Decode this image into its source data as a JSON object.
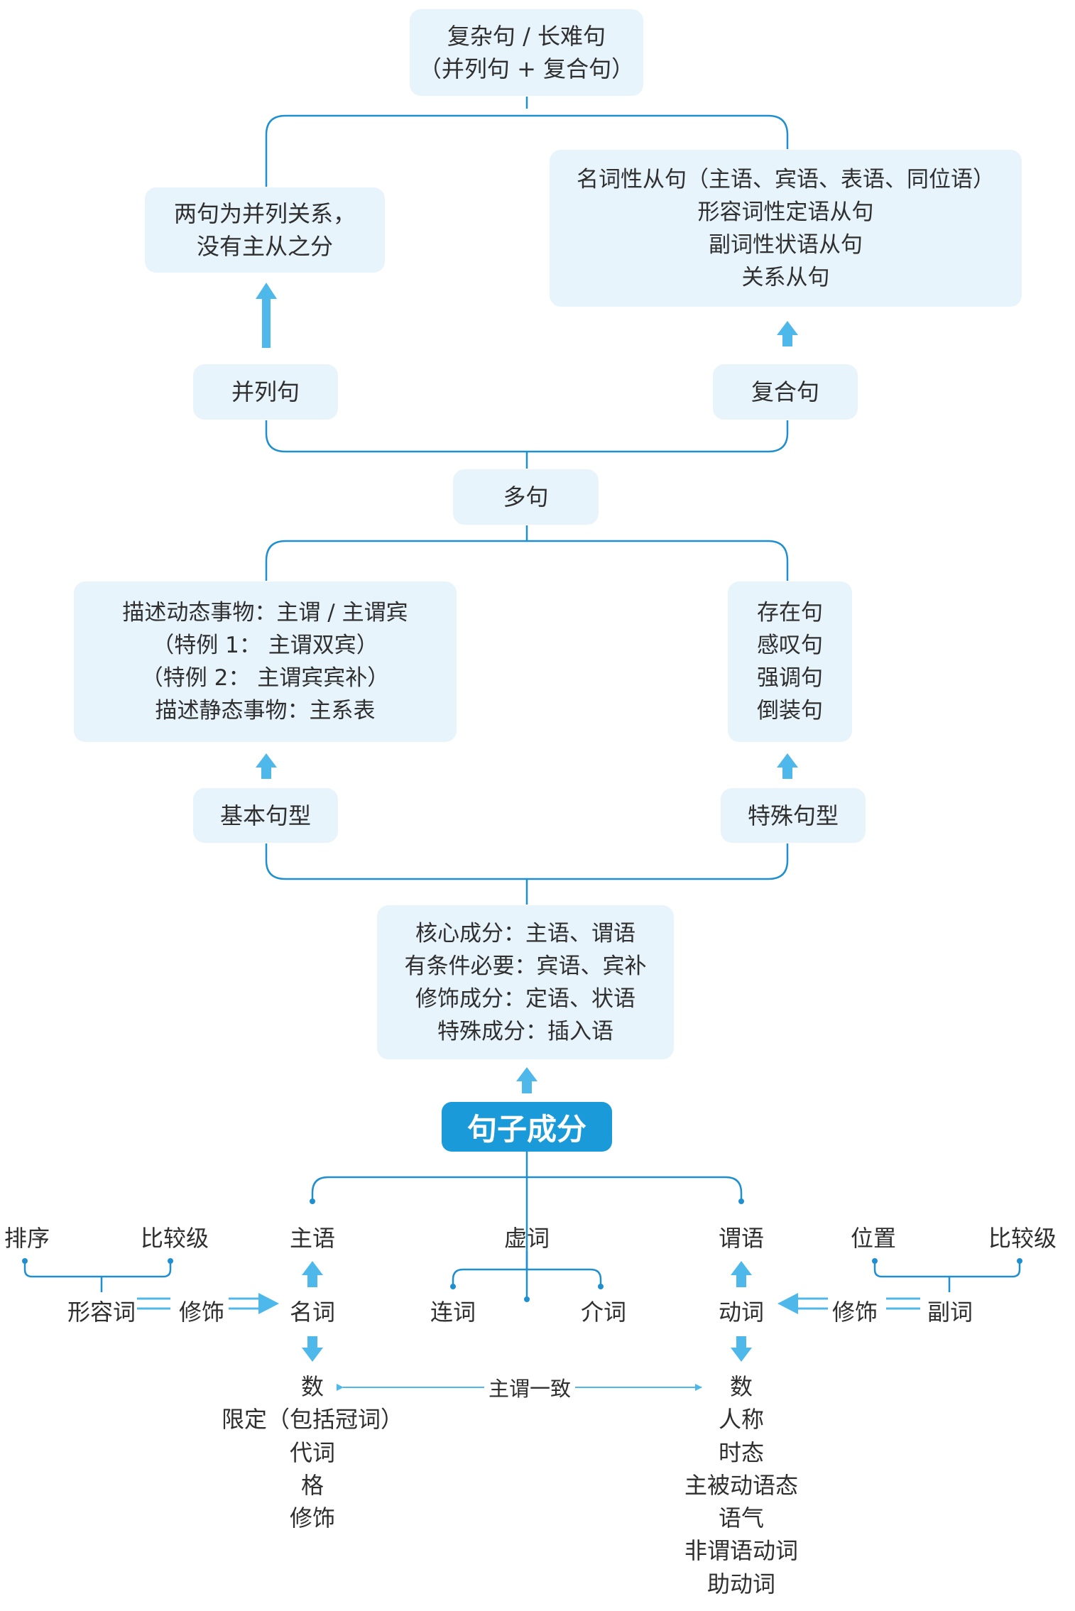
{
  "top": {
    "line1": "复杂句 / 长难句",
    "line2": "（并列句 + 复合句）"
  },
  "coord_desc": {
    "line1": "两句为并列关系，",
    "line2": "没有主从之分"
  },
  "complex_types": {
    "items": [
      "名词性从句（主语、宾语、表语、同位语）",
      "形容词性定语从句",
      "副词性状语从句",
      "关系从句"
    ]
  },
  "coord": "并列句",
  "complex": "复合句",
  "multi": "多句",
  "basic_desc": {
    "items": [
      "描述动态事物：主谓 / 主谓宾",
      "（特例 1： 主谓双宾）",
      "（特例 2： 主谓宾宾补）",
      "描述静态事物：主系表"
    ]
  },
  "special_types": {
    "items": [
      "存在句",
      "感叹句",
      "强调句",
      "倒装句"
    ]
  },
  "basic": "基本句型",
  "special": "特殊句型",
  "components": {
    "items": [
      "核心成分：主语、谓语",
      "有条件必要：宾语、宾补",
      "修饰成分：定语、状语",
      "特殊成分：插入语"
    ]
  },
  "central": "句子成分",
  "subject": "主语",
  "function_word": "虚词",
  "predicate": "谓语",
  "left": {
    "order": "排序",
    "comparative": "比较级",
    "adjective": "形容词",
    "modify": "修饰"
  },
  "right": {
    "position": "位置",
    "comparative": "比较级",
    "adverb": "副词",
    "modify": "修饰"
  },
  "noun": "名词",
  "conjunction": "连词",
  "preposition": "介词",
  "verb": "动词",
  "agreement": "主谓一致",
  "noun_features": [
    "数",
    "限定（包括冠词）",
    "代词",
    "格",
    "修饰"
  ],
  "verb_features": [
    "数",
    "人称",
    "时态",
    "主被动语态",
    "语气",
    "非谓语动词",
    "助动词"
  ],
  "colors": {
    "box_bg": "#e7f4fb",
    "line": "#1f8fd0",
    "arrow": "#4fb8ea",
    "central_bg": "#1a9ad9"
  }
}
